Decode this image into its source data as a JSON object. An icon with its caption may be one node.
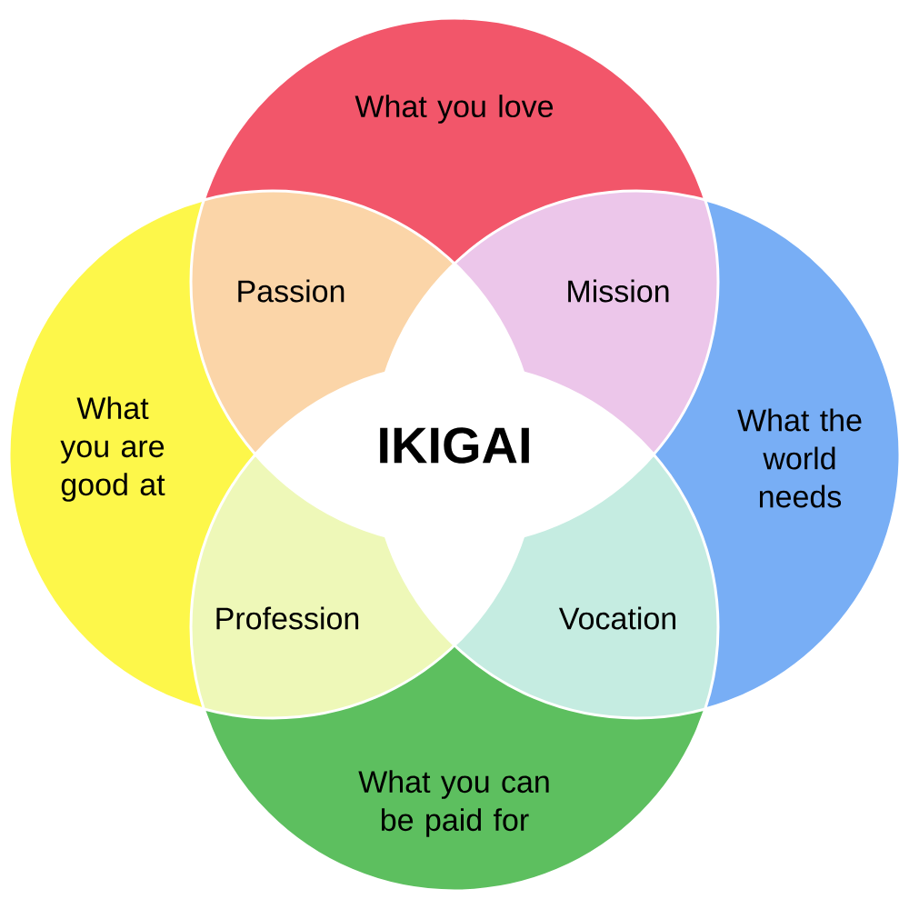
{
  "diagram": {
    "nodes": [
      {
        "text": [
          "What you love"
        ]
      },
      {
        "text": [
          "Passion"
        ]
      },
      {
        "text": [
          "Mission"
        ]
      },
      {
        "text": [
          "What you are good at"
        ]
      },
      {
        "text": [
          "IKIGAI"
        ]
      },
      {
        "text": [
          "What the world needs"
        ]
      },
      {
        "text": [
          "Profession"
        ]
      },
      {
        "text": [
          "Vocation"
        ]
      },
      {
        "text": [
          "What you can be paid for"
        ]
      }
    ]
  }
}
